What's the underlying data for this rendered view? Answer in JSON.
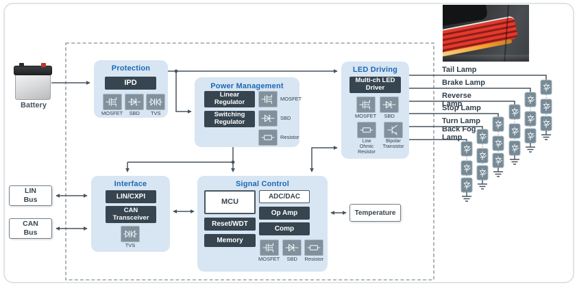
{
  "battery": {
    "label": "Battery"
  },
  "lin_bus": {
    "label": "LIN Bus"
  },
  "can_bus": {
    "label": "CAN Bus"
  },
  "temperature": {
    "label": "Temperature"
  },
  "blocks": {
    "protection": {
      "title": "Protection",
      "chip": "IPD",
      "icons": [
        {
          "type": "mosfet",
          "label": "MOSFET"
        },
        {
          "type": "sbd",
          "label": "SBD"
        },
        {
          "type": "tvs",
          "label": "TVS"
        }
      ]
    },
    "power_management": {
      "title": "Power Management",
      "chip1": "Linear Regulator",
      "chip2": "Switching Regulator",
      "icons": [
        {
          "type": "mosfet",
          "label": "MOSFET"
        },
        {
          "type": "sbd",
          "label": "SBD"
        },
        {
          "type": "resistor",
          "label": "Resistor"
        }
      ]
    },
    "led_driving": {
      "title": "LED Driving",
      "chip": "Multi-ch LED Driver",
      "icons_row1": [
        {
          "type": "mosfet",
          "label": "MOSFET"
        },
        {
          "type": "sbd",
          "label": "SBD"
        }
      ],
      "icons_row2": [
        {
          "type": "resistor",
          "label": "Low Ohmic Resistor"
        },
        {
          "type": "bjt",
          "label": "Bipolar Transistor"
        }
      ]
    },
    "interface": {
      "title": "Interface",
      "chip1": "LIN/CXPI",
      "chip2": "CAN Transceiver",
      "icons": [
        {
          "type": "tvs",
          "label": "TVS"
        }
      ]
    },
    "signal_control": {
      "title": "Signal Control",
      "mcu": "MCU",
      "reset": "Reset/WDT",
      "memory": "Memory",
      "adc": "ADC/DAC",
      "opamp": "Op Amp",
      "comp": "Comp",
      "icons": [
        {
          "type": "mosfet",
          "label": "MOSFET"
        },
        {
          "type": "sbd",
          "label": "SBD"
        },
        {
          "type": "resistor",
          "label": "Resistor"
        }
      ]
    }
  },
  "lamps": [
    {
      "label": "Tail Lamp"
    },
    {
      "label": "Brake Lamp"
    },
    {
      "label": "Reverse Lamp"
    },
    {
      "label": "Stop Lamp"
    },
    {
      "label": "Turn Lamp"
    },
    {
      "label": "Back Fog Lamp"
    }
  ],
  "colors": {
    "block_bg": "#d8e5f2",
    "chip_dark": "#36454f",
    "title_blue": "#1a69b4",
    "line": "#47525c",
    "icon_bg": "#80919d",
    "led_box": "#768a96"
  }
}
